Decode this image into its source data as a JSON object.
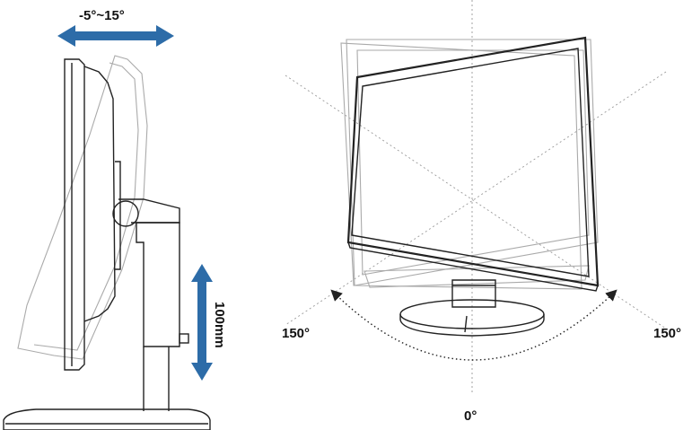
{
  "tilt_label": "-5°~15°",
  "height_label": "100mm",
  "swivel_left_label": "150°",
  "swivel_right_label": "150°",
  "swivel_center_label": "0°",
  "colors": {
    "arrow": "#2d6ca8",
    "outline": "#222222",
    "ghost": "#aaaaaa"
  }
}
